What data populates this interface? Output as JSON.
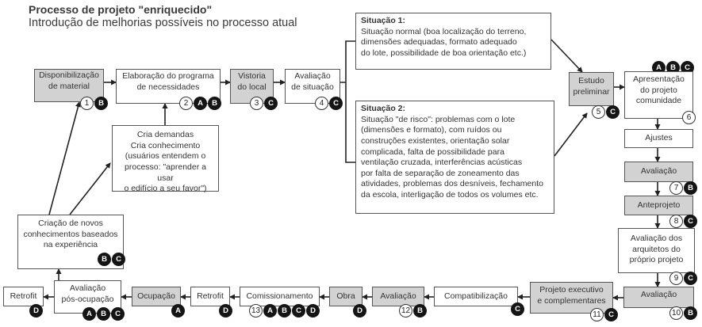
{
  "header": {
    "title": "Processo de projeto \"enriquecido\"",
    "subtitle": "Introdução de melhorias possíveis no processo atual"
  },
  "boxes": {
    "disponibilizacao": {
      "text": "Disponibilização\nde material",
      "number": "1",
      "letters": [
        "B"
      ]
    },
    "elaboracao": {
      "text": "Elaboração do programa\nde necessidades",
      "number": "2",
      "letters": [
        "A",
        "B"
      ]
    },
    "vistoria": {
      "text": "Vistoria\ndo local",
      "number": "3",
      "letters": [
        "C"
      ]
    },
    "avaliacao_situacao": {
      "text": "Avaliação\nde situação",
      "number": "4",
      "letters": [
        "C"
      ]
    },
    "cria_demandas": {
      "text": "Cria demandas\nCria conhecimento\n(usuários entendem o\nprocesso: \"aprender a usar\no edifício a seu favor\")"
    },
    "situacao1": {
      "title": "Situação 1:",
      "text": "Situação normal (boa localização do terreno,\ndimensões adequadas, formato adequado\ndo lote, possibilidade de boa orientação etc.)"
    },
    "situacao2": {
      "title": "Situação 2:",
      "text": "Situação \"de risco\": problemas com o lote\n(dimensões e formato), com ruídos ou\nconstruções existentes, orientação solar\ncomplicada, falta de possibilidade para\nventilação cruzada, interferências acústicas\npor falta de separação de zoneamento das\natividades, problemas dos desníveis, fechamento\nda escola, interligação de todos os volumes etc."
    },
    "estudo": {
      "text": "Estudo\npreliminar",
      "number": "5",
      "letters": [
        "C"
      ]
    },
    "apresentacao": {
      "text": "Apresentação\ndo projeto\ncomunidade",
      "number": "6",
      "top_letters": [
        "A",
        "B",
        "C"
      ]
    },
    "ajustes": {
      "text": "Ajustes"
    },
    "avaliacao7": {
      "text": "Avaliação",
      "number": "7",
      "letters": [
        "B"
      ]
    },
    "anteprojeto": {
      "text": "Anteprojeto",
      "number": "8",
      "letters": [
        "C"
      ]
    },
    "avaliacao_arquitetos": {
      "text": "Avaliação dos\narquitetos do\npróprio projeto",
      "number": "9",
      "letters": [
        "C"
      ]
    },
    "avaliacao10": {
      "text": "Avaliação",
      "number": "10",
      "letters": [
        "B"
      ]
    },
    "projeto_executivo": {
      "text": "Projeto executivo\ne complementares",
      "number": "11",
      "letters": [
        "C"
      ]
    },
    "compatibilizacao": {
      "text": "Compatibilização",
      "letters": [
        "C"
      ]
    },
    "avaliacao12": {
      "text": "Avaliação",
      "number": "12",
      "letters": [
        "B"
      ]
    },
    "obra": {
      "text": "Obra",
      "letters": [
        "D"
      ]
    },
    "comissionamento": {
      "text": "Comissionamento",
      "number": "13",
      "letters": [
        "A",
        "B",
        "C",
        "D"
      ]
    },
    "retrofit_mid": {
      "text": "Retrofit",
      "letters": [
        "D"
      ]
    },
    "ocupacao": {
      "text": "Ocupação",
      "letters": [
        "A"
      ]
    },
    "avaliacao_pos": {
      "text": "Avaliação\npós-ocupação",
      "letters": [
        "A",
        "B",
        "C"
      ]
    },
    "retrofit_left": {
      "text": "Retrofit",
      "letters": [
        "D"
      ]
    },
    "criacao": {
      "text": "Criação de novos\nconhecimentos baseados\nna experiência",
      "letters": [
        "B",
        "C"
      ]
    }
  }
}
